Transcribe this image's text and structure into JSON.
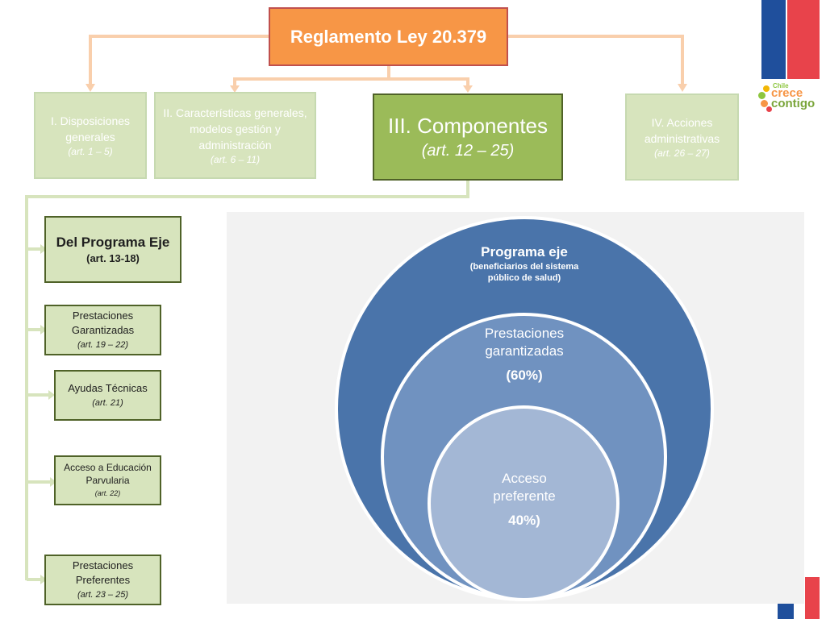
{
  "root": {
    "label": "Reglamento Ley 20.379"
  },
  "sections": [
    {
      "title": "I. Disposiciones generales",
      "ref": "(art. 1 – 5)"
    },
    {
      "title": "II. Características generales, modelos gestión y administración",
      "ref": "(art. 6 – 11)"
    },
    {
      "title": "III. Componentes",
      "ref": "(art. 12 – 25)"
    },
    {
      "title": "IV. Acciones administrativas",
      "ref": "(art. 26 – 27)"
    }
  ],
  "components": [
    {
      "title": "Del Programa Eje",
      "ref": "(art. 13-18)"
    },
    {
      "title": "Prestaciones Garantizadas",
      "ref": "(art. 19 – 22)"
    },
    {
      "title": "Ayudas Técnicas",
      "ref": "(art. 21)"
    },
    {
      "title": "Acceso a Educación Parvularia",
      "ref": "(art. 22)"
    },
    {
      "title": "Prestaciones Preferentes",
      "ref": "(art. 23 – 25)"
    }
  ],
  "circles": {
    "outer": {
      "title": "Programa eje",
      "subtitle_line1": "(beneficiarios del sistema",
      "subtitle_line2": "público de salud)"
    },
    "middle": {
      "line1": "Prestaciones",
      "line2": "garantizadas",
      "percent": "(60%)"
    },
    "inner": {
      "line1": "Acceso",
      "line2": "preferente",
      "percent": "40%)"
    }
  },
  "logo": {
    "country": "Chile",
    "word1": "crece",
    "word2": "contigo"
  },
  "colors": {
    "root": "#f79646",
    "main": "#9bbb59",
    "light_green": "#d7e4bd",
    "outer_circle": "#4a74aa",
    "middle_circle": "#7092c0",
    "inner_circle": "#a3b7d5",
    "flag_blue": "#1f4f9c",
    "flag_red": "#e8434b"
  }
}
